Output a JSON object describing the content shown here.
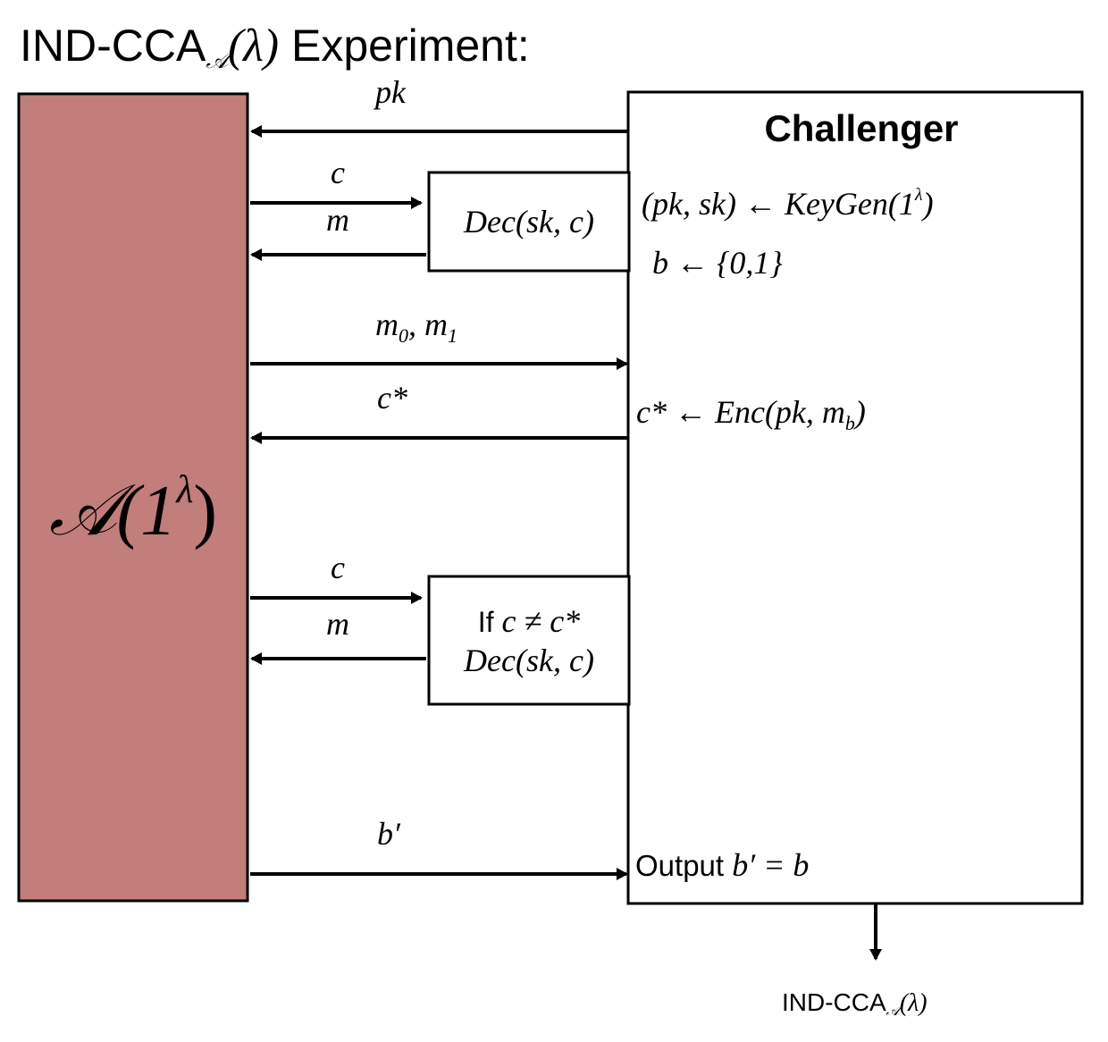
{
  "title": {
    "prefix": "IND-CCA",
    "sub": "𝒜",
    "suffix_math": "(λ)",
    "suffix_text": " Experiment:"
  },
  "adversary": {
    "label_base": "𝒜(1",
    "label_sup": "λ",
    "label_close": ")",
    "fill": "#c27e7a"
  },
  "challenger": {
    "title": "Challenger",
    "keygen": "(pk, sk) ← KeyGen(1",
    "keygen_sup": "λ",
    "keygen_close": ")",
    "b_sample": "b ← {0,1}",
    "encrypt_main": "c* ← Enc(pk, m",
    "encrypt_sub": "b",
    "encrypt_close": ")",
    "output_word": "Output ",
    "output_math": "b′ = b"
  },
  "oracle1": {
    "line1": "Dec(sk, c)"
  },
  "oracle2": {
    "line1_word": "If ",
    "line1_math": "c ≠ c*",
    "line2": "Dec(sk, c)"
  },
  "messages": {
    "pk": "pk",
    "c_query1": "c",
    "m_reply1": "m",
    "m0": "m",
    "m0_sub": "0",
    "m1": ", m",
    "m1_sub": "1",
    "cstar": "c*",
    "c_query2": "c",
    "m_reply2": "m",
    "bprime": "b′"
  },
  "result": {
    "prefix": "IND-CCA",
    "sub": "𝒜",
    "suffix": "(λ)"
  }
}
